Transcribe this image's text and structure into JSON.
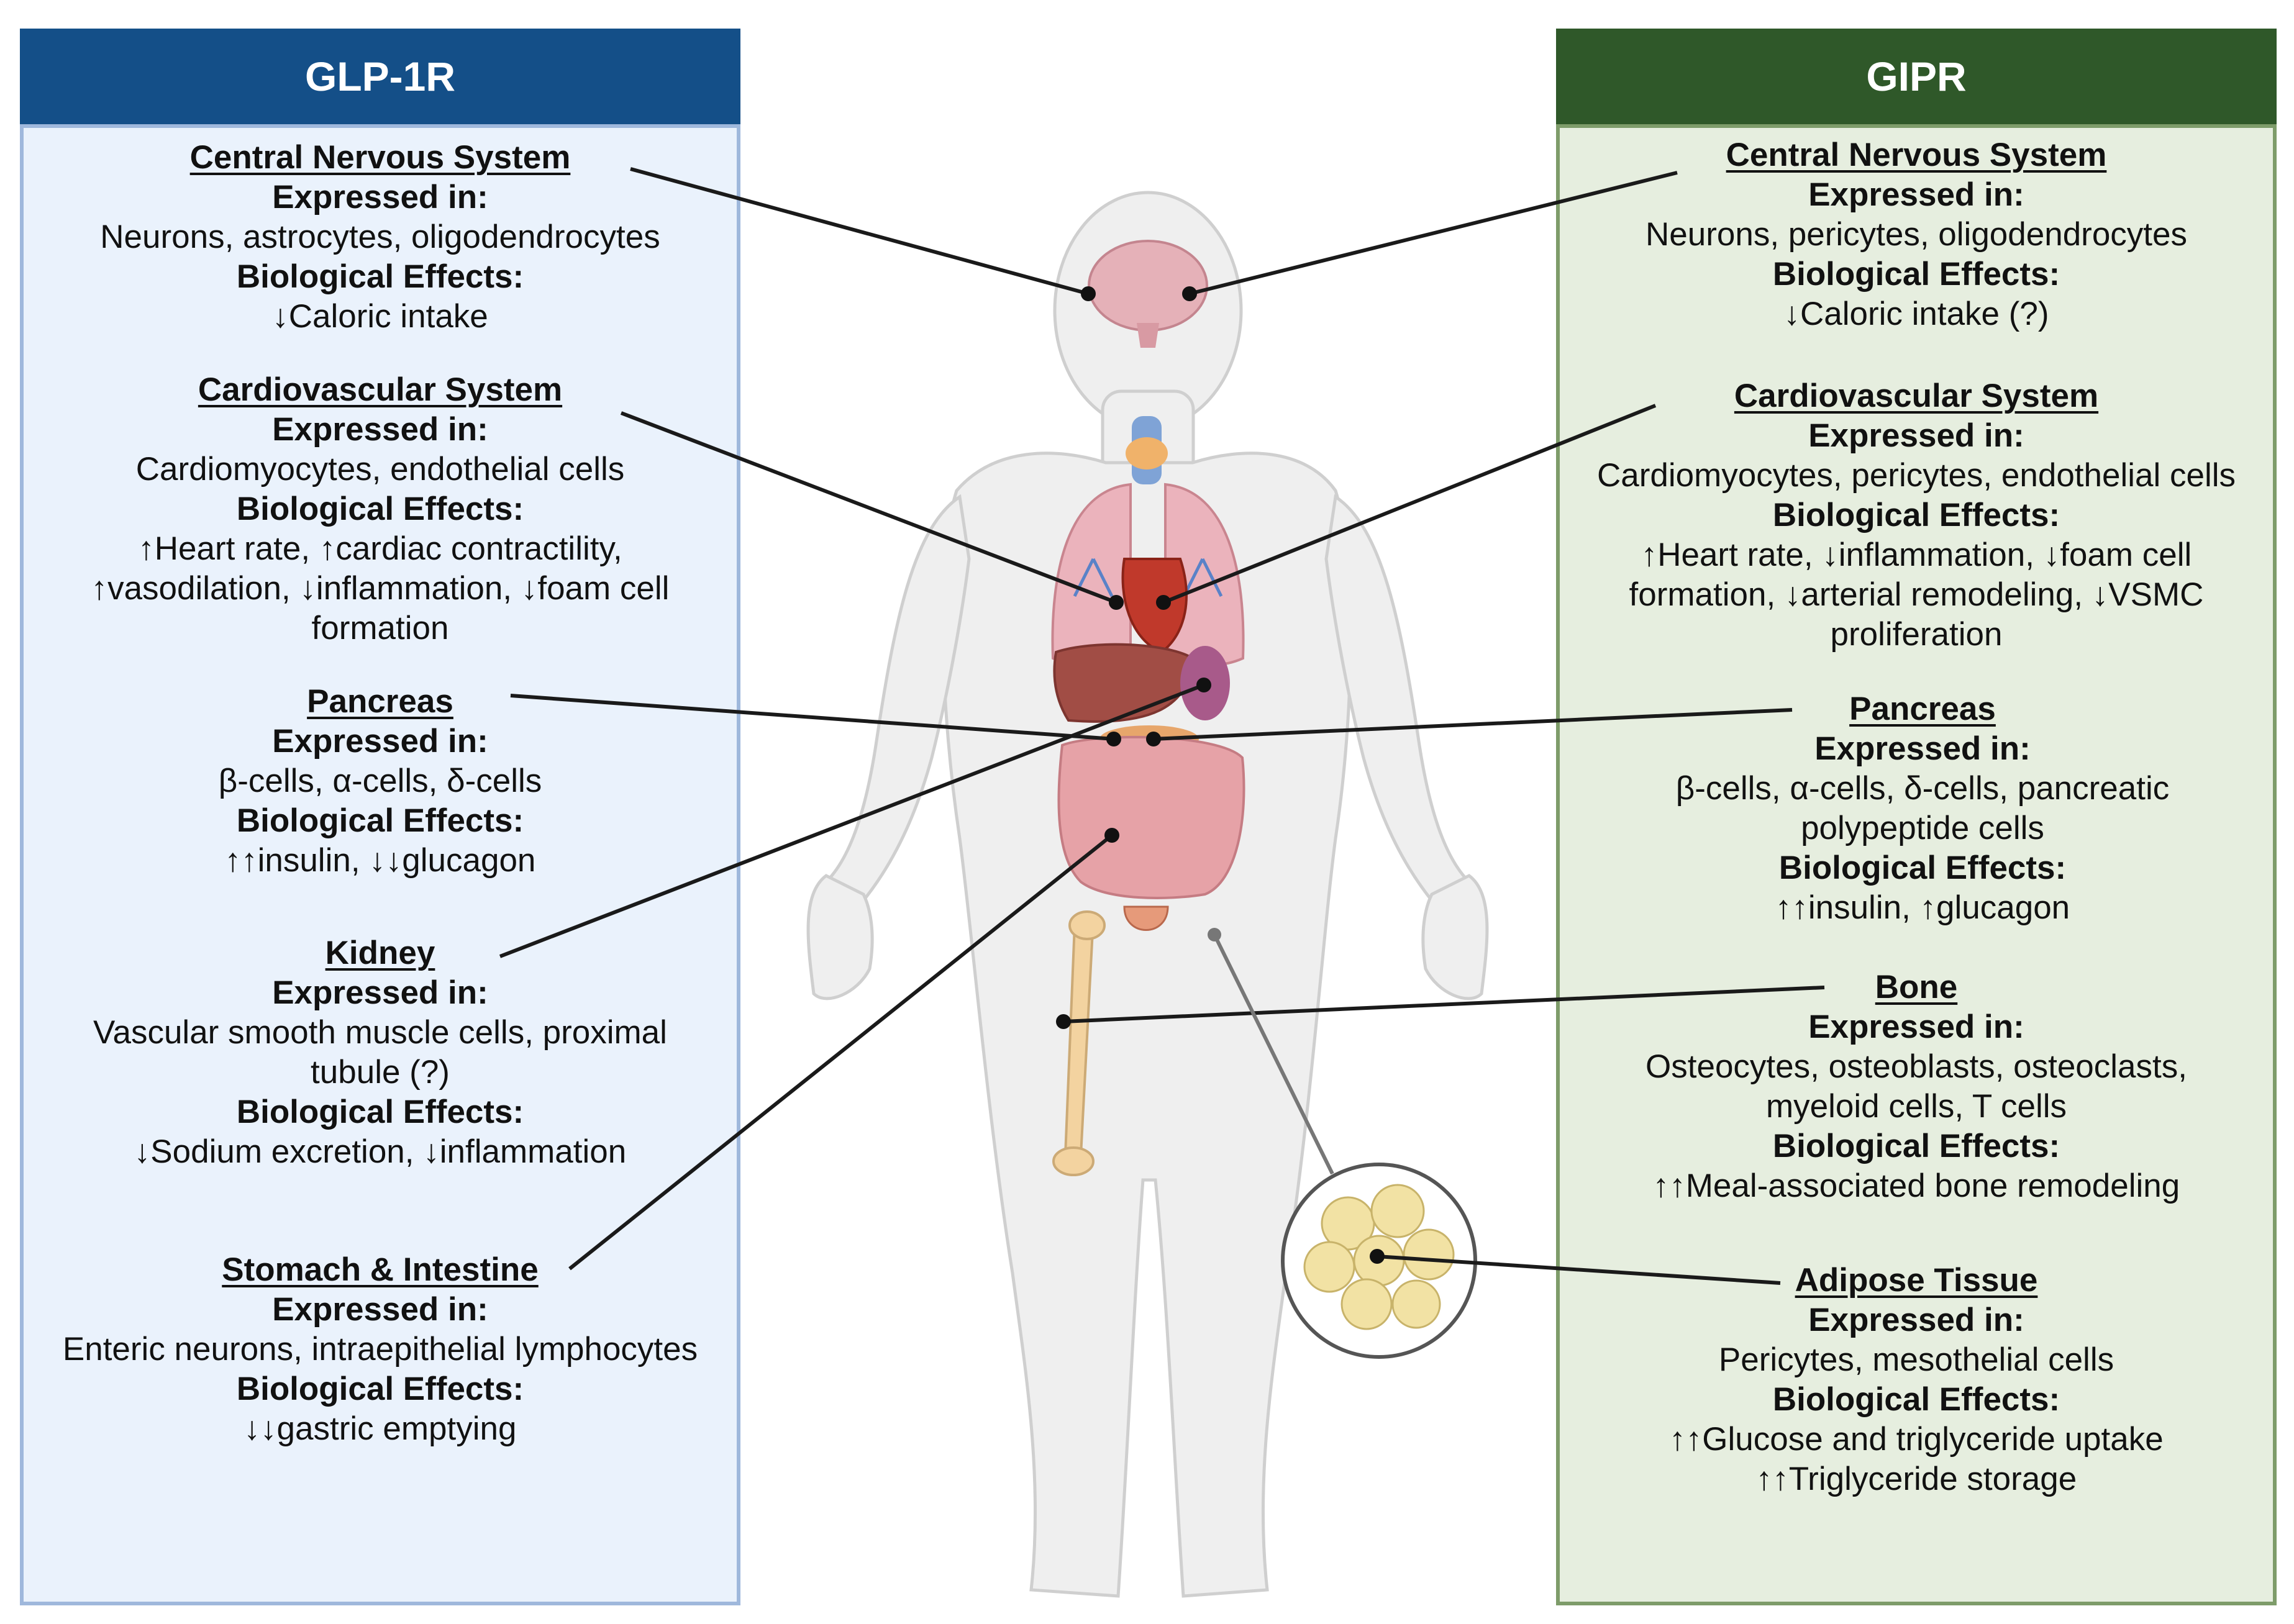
{
  "panels": {
    "left": {
      "header": "GLP-1R",
      "sections": [
        {
          "title": "Central Nervous System",
          "expressed_label": "Expressed in:",
          "expressed": "Neurons, astrocytes, oligodendrocytes",
          "effects_label": "Biological Effects:",
          "effects": "↓Caloric intake"
        },
        {
          "title": "Cardiovascular System",
          "expressed_label": "Expressed in:",
          "expressed": "Cardiomyocytes, endothelial cells",
          "effects_label": "Biological Effects:",
          "effects": "↑Heart rate, ↑cardiac contractility,\n↑vasodilation, ↓inflammation, ↓foam cell\nformation"
        },
        {
          "title": "Pancreas",
          "expressed_label": "Expressed in:",
          "expressed": "β-cells, α-cells, δ-cells",
          "effects_label": "Biological Effects:",
          "effects": "↑↑insulin, ↓↓glucagon"
        },
        {
          "title": "Kidney",
          "expressed_label": "Expressed in:",
          "expressed": "Vascular smooth muscle cells, proximal\ntubule (?)",
          "effects_label": "Biological Effects:",
          "effects": "↓Sodium excretion, ↓inflammation"
        },
        {
          "title": "Stomach & Intestine",
          "expressed_label": "Expressed in:",
          "expressed": "Enteric neurons, intraepithelial lymphocytes",
          "effects_label": "Biological Effects:",
          "effects": "↓↓gastric emptying"
        }
      ]
    },
    "right": {
      "header": "GIPR",
      "sections": [
        {
          "title": "Central Nervous System",
          "expressed_label": "Expressed in:",
          "expressed": "Neurons, pericytes, oligodendrocytes",
          "effects_label": "Biological Effects:",
          "effects": "↓Caloric intake (?)"
        },
        {
          "title": "Cardiovascular System",
          "expressed_label": "Expressed in:",
          "expressed": "Cardiomyocytes, pericytes, endothelial cells",
          "effects_label": "Biological Effects:",
          "effects": "↑Heart rate, ↓inflammation, ↓foam cell\nformation, ↓arterial remodeling, ↓VSMC\nproliferation"
        },
        {
          "title": "Pancreas",
          "expressed_label": "Expressed in:",
          "expressed": "β-cells, α-cells, δ-cells, pancreatic\npolypeptide cells",
          "effects_label": "Biological Effects:",
          "effects": "↑↑insulin, ↑glucagon"
        },
        {
          "title": "Bone",
          "expressed_label": "Expressed in:",
          "expressed": "Osteocytes, osteoblasts, osteoclasts,\nmyeloid cells, T cells",
          "effects_label": "Biological Effects:",
          "effects": "↑↑Meal-associated bone remodeling"
        },
        {
          "title": "Adipose Tissue",
          "expressed_label": "Expressed in:",
          "expressed": "Pericytes, mesothelial cells",
          "effects_label": "Biological Effects:",
          "effects": "↑↑Glucose and triglyceride uptake\n↑↑Triglyceride storage"
        }
      ]
    }
  },
  "colors": {
    "glp1r_header": "#144f88",
    "gipr_header": "#2f5829",
    "glp1r_panel": "#eaf2fc",
    "gipr_panel": "#e6eedf",
    "body": "#f0f0f0",
    "connector": "#1a1a1a"
  }
}
